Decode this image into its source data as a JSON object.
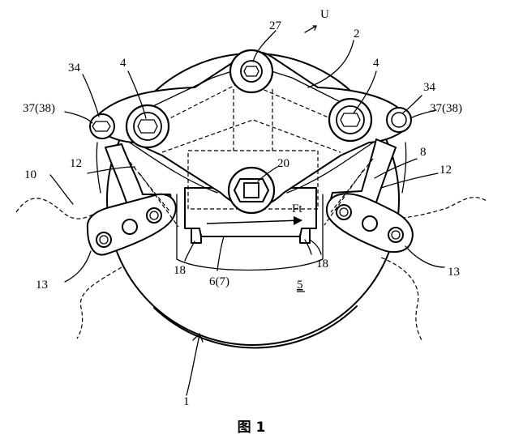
{
  "figure": {
    "caption": "图 1",
    "labels": {
      "U": "U",
      "n27": "27",
      "n2": "2",
      "n4_left": "4",
      "n4_right": "4",
      "n34_left": "34",
      "n34_right": "34",
      "n37_left": "37(38)",
      "n37_right": "37(38)",
      "n8": "8",
      "n12_left": "12",
      "n12_right": "12",
      "n10": "10",
      "n20": "20",
      "ft": "Ft",
      "n13_left": "13",
      "n13_right": "13",
      "n18_left": "18",
      "n18_right": "18",
      "n6": "6(7)",
      "n5": "5",
      "n1": "1"
    }
  }
}
